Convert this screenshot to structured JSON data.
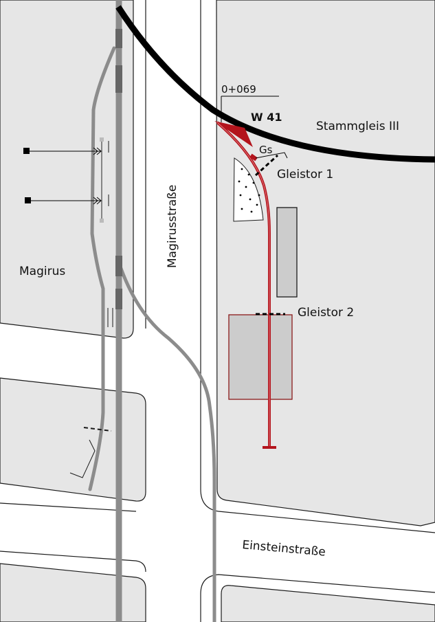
{
  "colors": {
    "block": "#e6e6e6",
    "road": "#ffffff",
    "outline": "#1a1a1a",
    "main_track": "#000000",
    "highlight_track": "#b3141c",
    "old_track": "#8c8c8c",
    "building": "#cccccc"
  },
  "labels": {
    "chainage": "0+069",
    "switch": "W 41",
    "main_track": "Stammgleis III",
    "signal": "Gs",
    "gate1": "Gleistor 1",
    "gate2": "Gleistor 2",
    "company": "Magirus",
    "street_vertical": "Magirusstraße",
    "street_horizontal": "Einsteinstraße"
  },
  "icons": {
    "signal_marker": "square-marker-icon",
    "arrow": "double-arrow-icon"
  }
}
